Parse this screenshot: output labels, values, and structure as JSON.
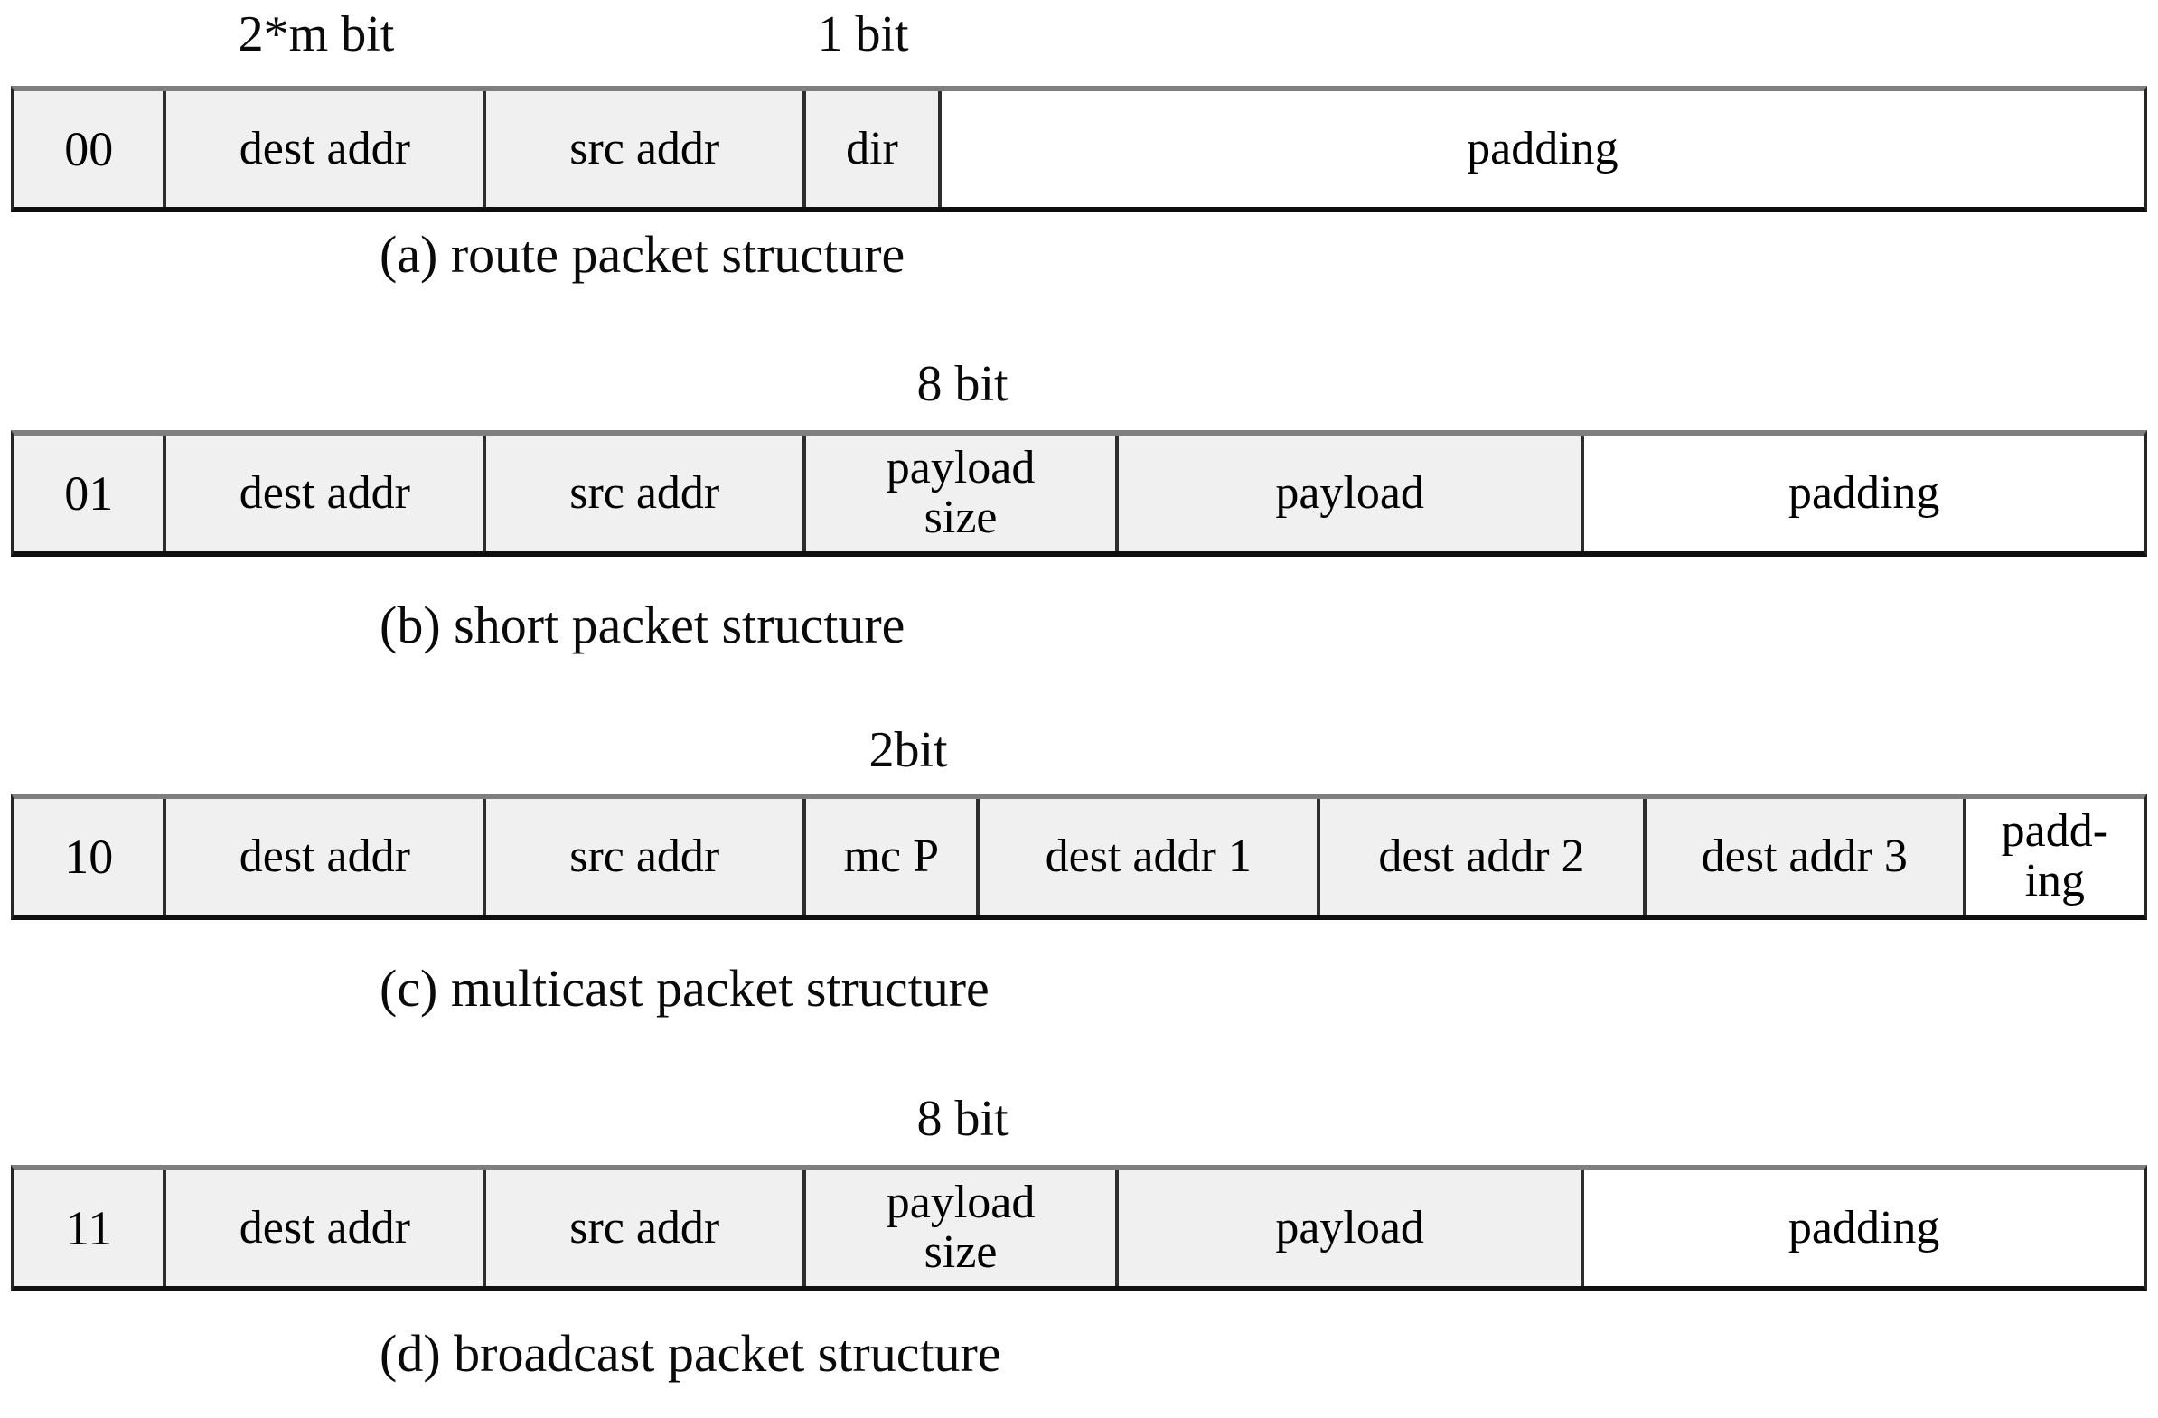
{
  "figure_title": "packet structure diagrams",
  "colors": {
    "field_background": "#f0f0f0",
    "padding_background": "#ffffff",
    "border_dark": "#262626",
    "border_top_gray": "#7f7f7f",
    "text": "#000000"
  },
  "rows": [
    {
      "caption": "(a) route packet structure",
      "bit_labels": [
        {
          "text": "2*m bit"
        },
        {
          "text": "1 bit"
        }
      ],
      "cells": [
        {
          "text": "00"
        },
        {
          "text": "dest addr"
        },
        {
          "text": "src addr"
        },
        {
          "text": "dir"
        },
        {
          "text": "padding"
        }
      ]
    },
    {
      "caption": "(b) short packet structure",
      "bit_labels": [
        {
          "text": "8 bit"
        }
      ],
      "cells": [
        {
          "text": "01"
        },
        {
          "text": "dest addr"
        },
        {
          "text": "src addr"
        },
        {
          "lines": [
            "payload",
            "size"
          ]
        },
        {
          "text": "payload"
        },
        {
          "text": "padding"
        }
      ]
    },
    {
      "caption": "(c) multicast packet structure",
      "bit_labels": [
        {
          "text": "2bit"
        }
      ],
      "cells": [
        {
          "text": "10"
        },
        {
          "text": "dest addr"
        },
        {
          "text": "src addr"
        },
        {
          "text": "mc P"
        },
        {
          "text": "dest addr 1"
        },
        {
          "text": "dest addr 2"
        },
        {
          "text": "dest addr 3"
        },
        {
          "lines": [
            "padd-",
            "ing"
          ]
        }
      ]
    },
    {
      "caption": "(d) broadcast packet structure",
      "bit_labels": [
        {
          "text": "8 bit"
        }
      ],
      "cells": [
        {
          "text": "11"
        },
        {
          "text": "dest addr"
        },
        {
          "text": "src addr"
        },
        {
          "lines": [
            "payload",
            "size"
          ]
        },
        {
          "text": "payload"
        },
        {
          "text": "padding"
        }
      ]
    }
  ]
}
